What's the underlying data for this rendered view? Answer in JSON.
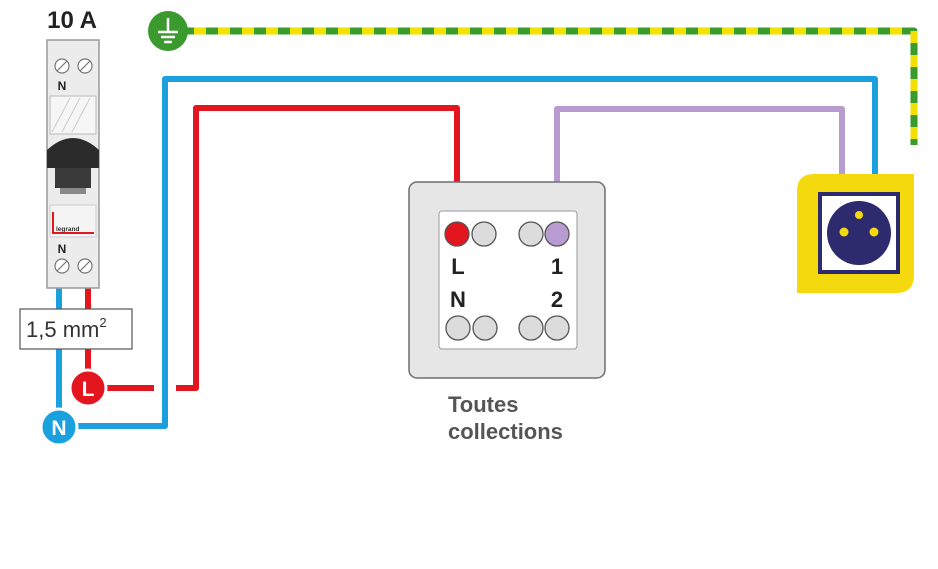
{
  "breaker": {
    "rating": "10 A",
    "top_terminal_label": "N",
    "bottom_terminal_label": "N",
    "brand": "legrand"
  },
  "wire_size": {
    "value": "1,5 mm",
    "superscript": "2"
  },
  "badges": {
    "phase": "L",
    "neutral": "N"
  },
  "module": {
    "terminal_l": "L",
    "terminal_n": "N",
    "terminal_1": "1",
    "terminal_2": "2",
    "caption_line1": "Toutes",
    "caption_line2": "collections"
  },
  "colors": {
    "phase": "#e3151f",
    "neutral": "#1aa0dd",
    "earth_green": "#3a9a2e",
    "earth_yellow": "#f2e000",
    "output": "#b89bd0",
    "socket_bg": "#f5d90f",
    "socket_face": "#2e2a6e",
    "plate": "#e6e6e6",
    "breaker_body": "#ececec",
    "caption": "#555555"
  }
}
